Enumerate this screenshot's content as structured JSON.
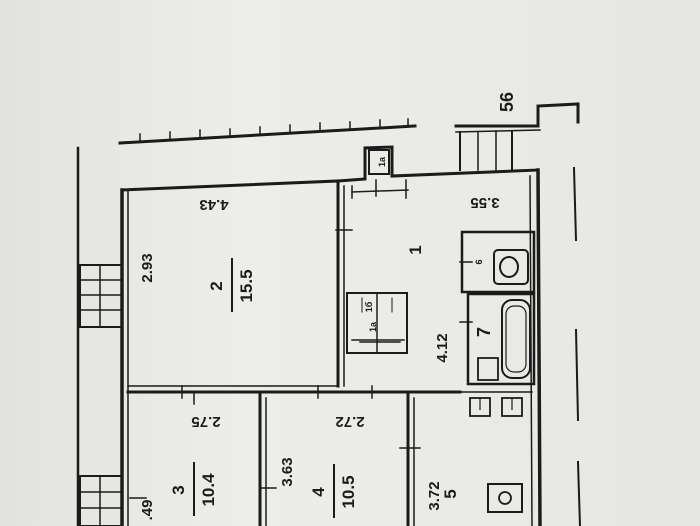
{
  "plan": {
    "dims": {
      "d_293": "2.93",
      "d_443": "4.43",
      "d_355": "3.55",
      "d_412": "4.12",
      "d_275": "2.75",
      "d_272": "2.72",
      "d_363": "3.63",
      "d_372": "3.72",
      "d_49": ".49",
      "d_56": "56"
    },
    "rooms": {
      "r1_no": "1",
      "r2_no": "2",
      "r2_area": "15.5",
      "r3_no": "3",
      "r3_area": "10.4",
      "r4_no": "4",
      "r4_area": "10.5",
      "r5_no": "5",
      "r6_no": "6",
      "r7_no": "7",
      "r1a_no": "1a",
      "r1b_no": "1б",
      "r1a_closet_no": "1a"
    },
    "colors": {
      "paper": "#e9e9e6",
      "ink": "#1b1b1b"
    }
  }
}
